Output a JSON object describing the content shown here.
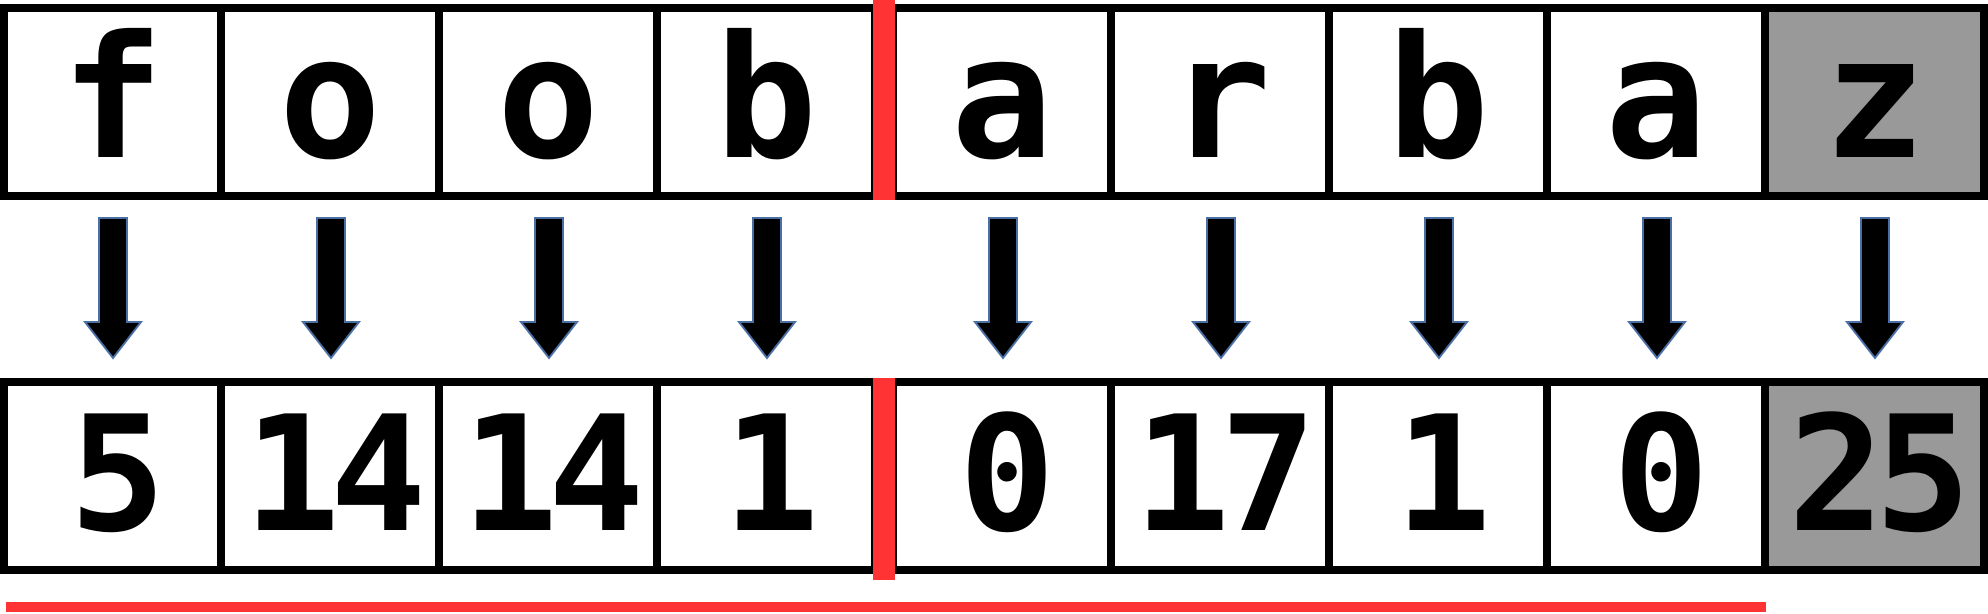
{
  "letters": [
    "f",
    "o",
    "o",
    "b",
    "a",
    "r",
    "b",
    "a",
    "z"
  ],
  "numbers": [
    "5",
    "14",
    "14",
    "1",
    "0",
    "17",
    "1",
    "0",
    "25"
  ],
  "highlighted_index": 8,
  "divider_after_index": 3,
  "colors": {
    "divider": "#ff3333",
    "highlight": "#999999",
    "border": "#000000",
    "arrow_fill": "#000000",
    "arrow_outline": "#4a6fa5"
  }
}
